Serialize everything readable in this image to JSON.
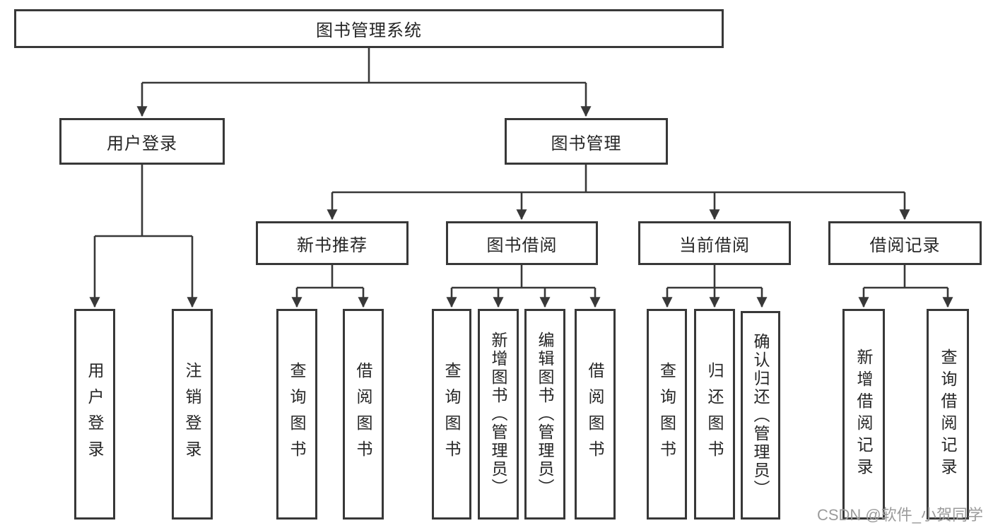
{
  "diagram": {
    "root": {
      "label": "图书管理系统"
    },
    "level2": [
      {
        "label": "用户登录"
      },
      {
        "label": "图书管理"
      }
    ],
    "level3": [
      {
        "label": "新书推荐"
      },
      {
        "label": "图书借阅"
      },
      {
        "label": "当前借阅"
      },
      {
        "label": "借阅记录"
      }
    ],
    "leaves": [
      {
        "label": "用户登录"
      },
      {
        "label": "注销登录"
      },
      {
        "label": "查询图书"
      },
      {
        "label": "借阅图书"
      },
      {
        "label": "查询图书"
      },
      {
        "label": "新增图书（管理员）"
      },
      {
        "label": "编辑图书（管理员）"
      },
      {
        "label": "借阅图书"
      },
      {
        "label": "查询图书"
      },
      {
        "label": "归还图书"
      },
      {
        "label": "确认归还（管理员）"
      },
      {
        "label": "新增借阅记录"
      },
      {
        "label": "查询借阅记录"
      }
    ]
  },
  "watermark": {
    "text": "CSDN @软件_小贺同学"
  },
  "colors": {
    "line": "#383838",
    "text": "#262626",
    "watermark": "#9b9b9b",
    "background": "#ffffff"
  }
}
